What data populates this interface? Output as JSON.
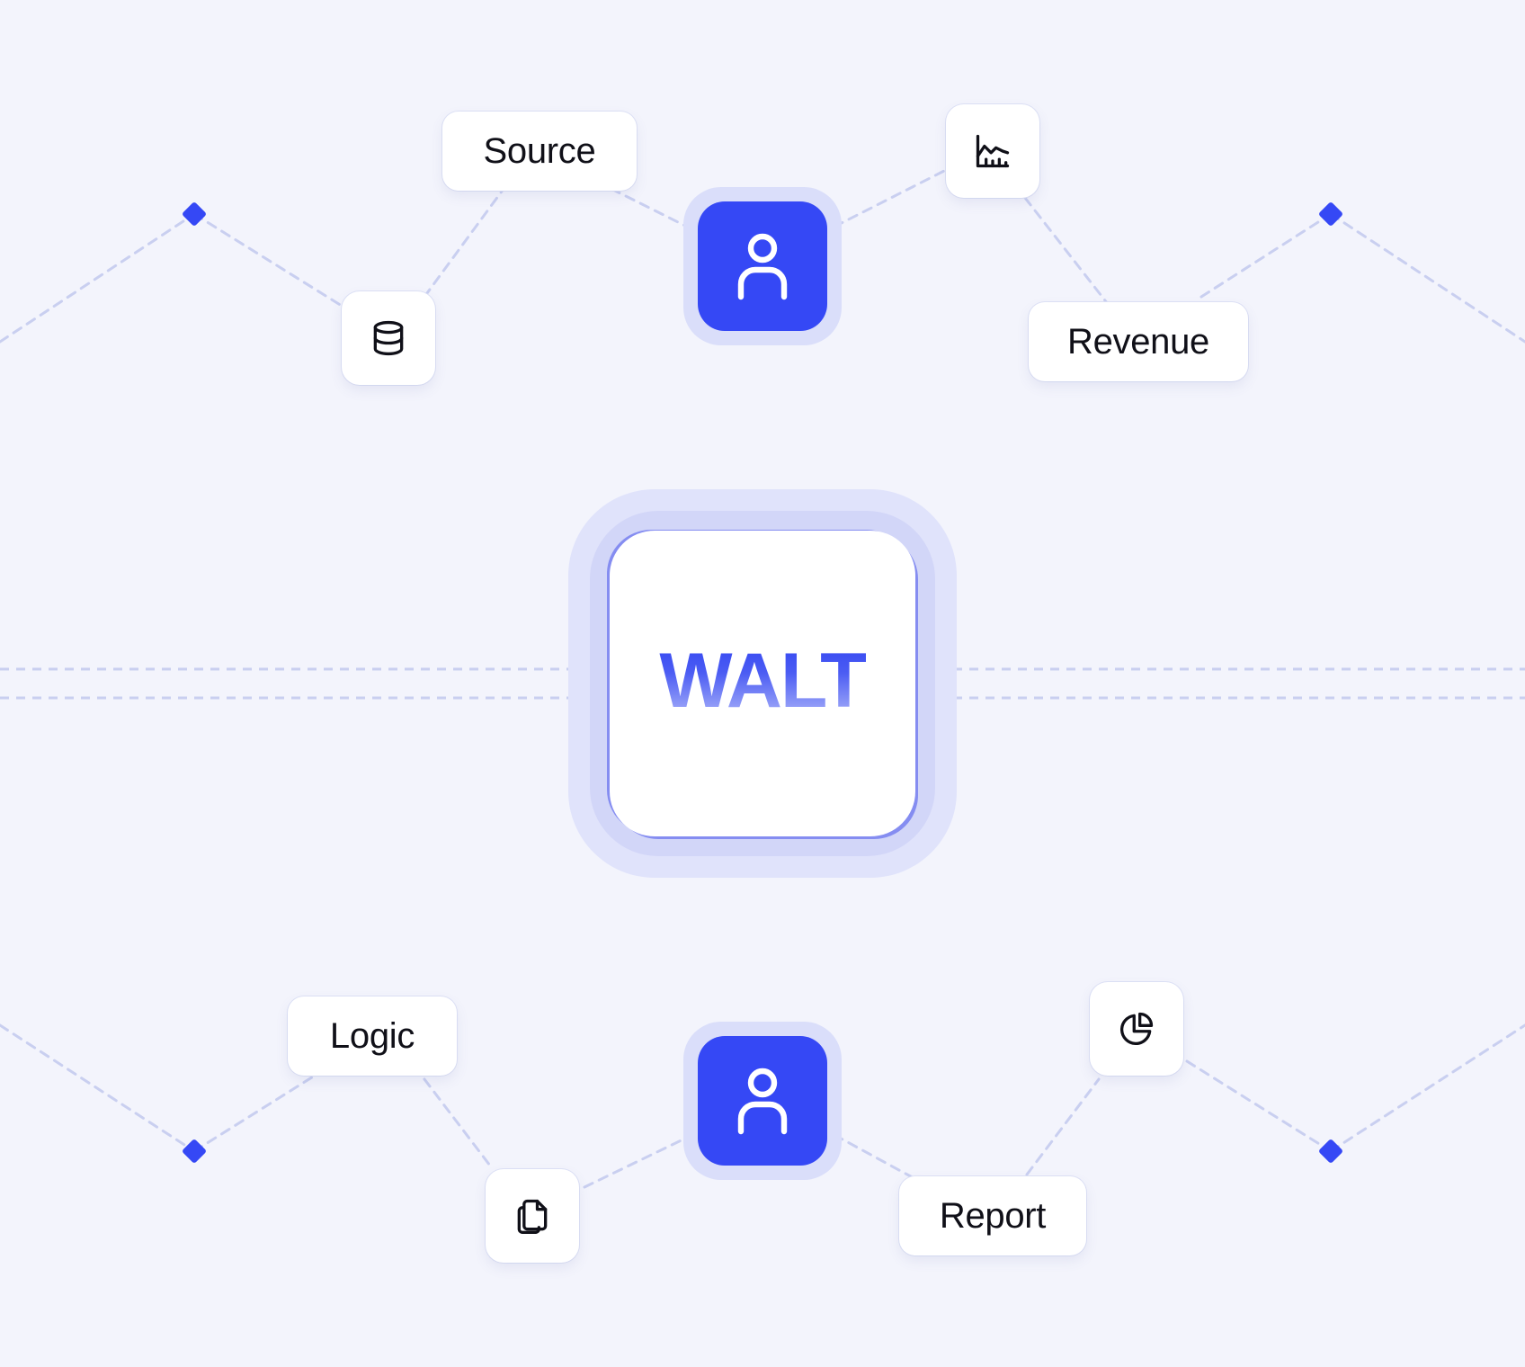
{
  "hub": {
    "label": "WALT"
  },
  "labels": {
    "source": "Source",
    "revenue": "Revenue",
    "logic": "Logic",
    "report": "Report"
  },
  "icons": {
    "top_left": "database-icon",
    "top_right": "line-chart-icon",
    "bottom_left": "copy-icon",
    "bottom_right": "pie-chart-icon",
    "user_nodes": "user-icon",
    "junctions": "diamond-icon"
  },
  "colors": {
    "background": "#f3f4fc",
    "accent": "#3548f5",
    "accent_soft": "#dadefa",
    "card": "#ffffff",
    "text": "#101018",
    "connector": "#c9cff0"
  }
}
